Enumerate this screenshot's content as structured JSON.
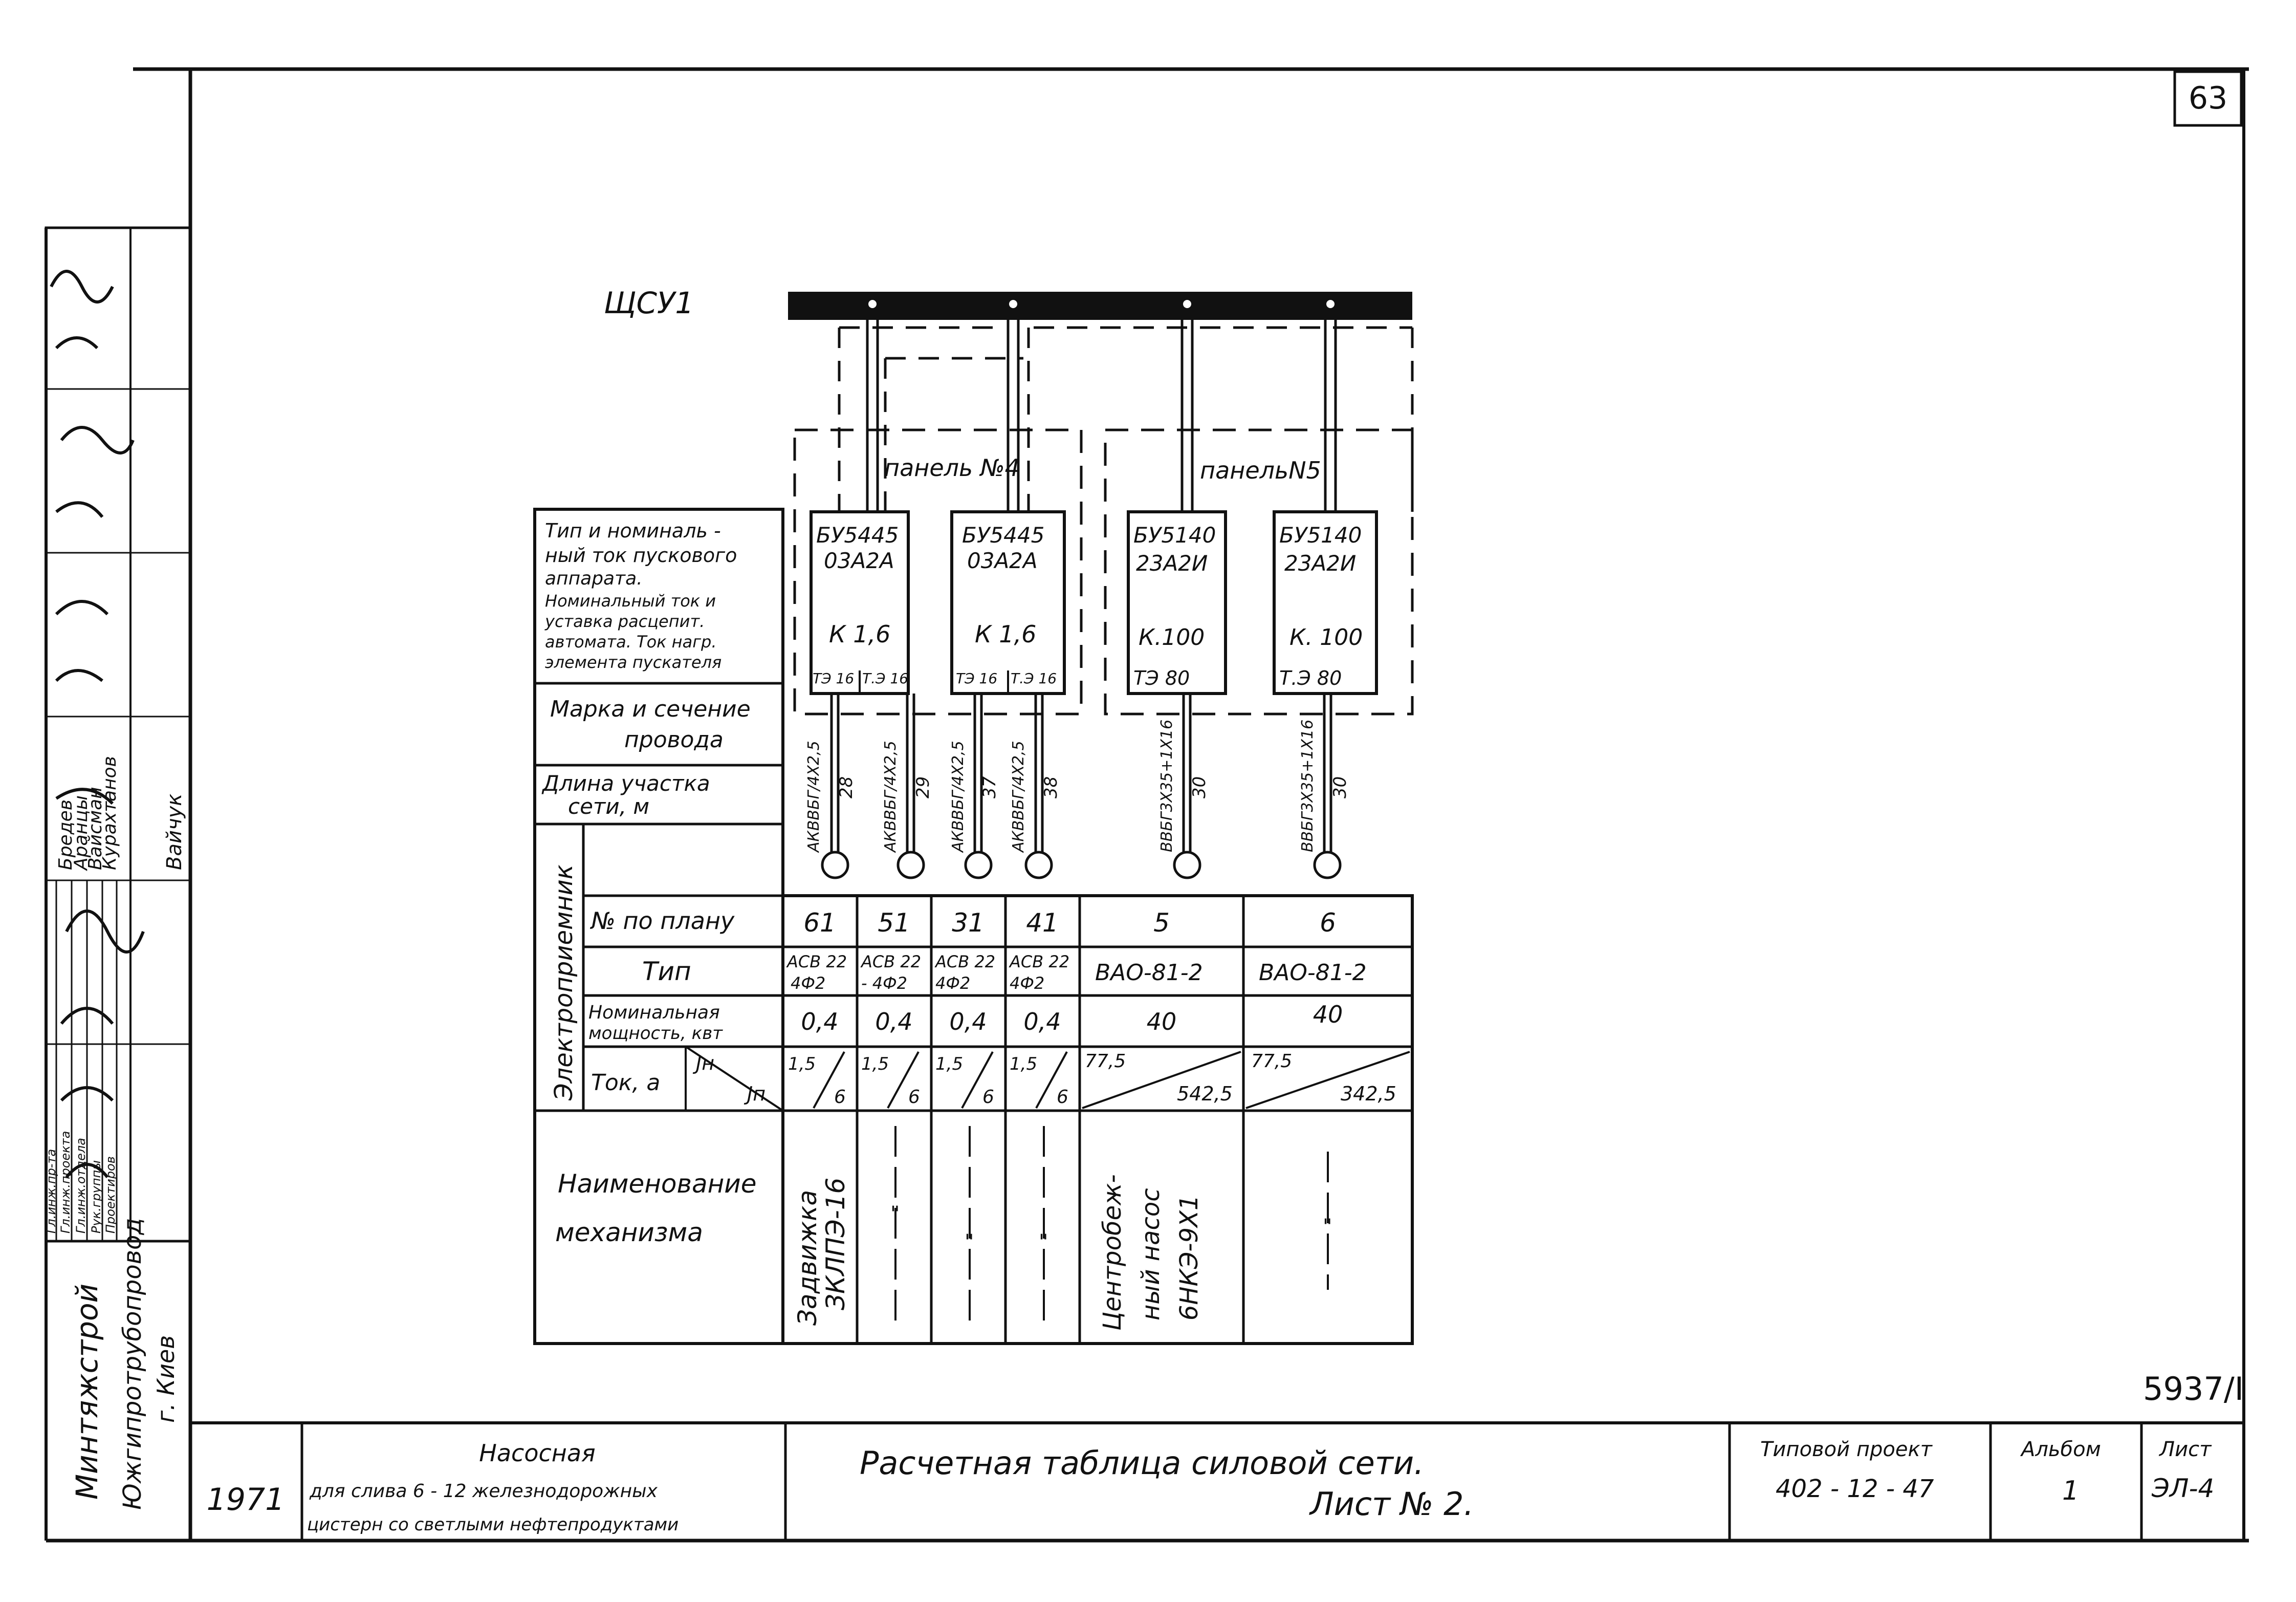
{
  "page_number": "63",
  "archive_code": "5937/I",
  "bus_label": "ЩСУ1",
  "panels": [
    {
      "label": "панель №4"
    },
    {
      "label": "панельN5"
    }
  ],
  "row_headers": {
    "apparatus": [
      "Тип и номиналь -",
      "ный ток пускового",
      "аппарата.",
      "Номинальный ток и",
      "уставка расцепит.",
      "автомата. Ток нагр.",
      "элемента пускателя"
    ],
    "wire": [
      "Марка и сечение",
      "провода"
    ],
    "length": [
      "Длина участка",
      "сети, м"
    ],
    "receiver_group": "Электроприемник",
    "plan_no": "№ по плану",
    "type": "Тип",
    "power": [
      "Номинальная",
      "мощность, квт"
    ],
    "current": "Ток, а",
    "current_nom": "Jн",
    "current_start": "Jп",
    "mechanism": [
      "Наименование",
      "механизма"
    ]
  },
  "columns": [
    {
      "starter_type": "БУ5445",
      "starter_code": "03А2А",
      "breaker": "К 1,6",
      "thermal": "ТЭ 16",
      "wire": "АКВВБГ/4Х2,5",
      "length": "28",
      "plan_no": "61",
      "motor_type": [
        "АСВ 22",
        "4Ф2"
      ],
      "power": "0,4",
      "i_nom": "1,5",
      "i_start": "6",
      "mechanism": [
        "Задвижка",
        "ЗКЛПЭ-16"
      ]
    },
    {
      "starter_type": "",
      "starter_code": "",
      "breaker": "",
      "thermal": "Т.Э 16",
      "wire": "АКВВБГ/4Х2,5",
      "length": "29",
      "plan_no": "51",
      "motor_type": [
        "АСВ 22",
        "- 4Ф2"
      ],
      "power": "0,4",
      "i_nom": "1,5",
      "i_start": "6",
      "mechanism": [
        "\""
      ]
    },
    {
      "starter_type": "БУ5445",
      "starter_code": "03А2А",
      "breaker": "К 1,6",
      "thermal": "ТЭ 16",
      "wire": "АКВВБГ/4Х2,5",
      "length": "37",
      "plan_no": "31",
      "motor_type": [
        "АСВ 22",
        "4Ф2"
      ],
      "power": "0,4",
      "i_nom": "1,5",
      "i_start": "6",
      "mechanism": [
        "\""
      ]
    },
    {
      "starter_type": "",
      "starter_code": "",
      "breaker": "",
      "thermal": "Т.Э 16",
      "wire": "АКВВБГ/4Х2,5",
      "length": "38",
      "plan_no": "41",
      "motor_type": [
        "АСВ 22",
        "4Ф2"
      ],
      "power": "0,4",
      "i_nom": "1,5",
      "i_start": "6",
      "mechanism": [
        "\""
      ]
    },
    {
      "starter_type": "БУ5140",
      "starter_code": "23А2И",
      "breaker": "К.100",
      "thermal": "ТЭ 80",
      "wire": "ВВБГ3Х35+1Х16",
      "length": "30",
      "plan_no": "5",
      "motor_type": [
        "ВАО-81-2"
      ],
      "power": "40",
      "i_nom": "77,5",
      "i_start": "542,5",
      "mechanism": [
        "Центробеж-",
        "ный насос",
        "6НКЭ-9Х1"
      ]
    },
    {
      "starter_type": "БУ5140",
      "starter_code": "23А2И",
      "breaker": "К. 100",
      "thermal": "Т.Э 80",
      "wire": "ВВБГ3Х35+1Х16",
      "length": "30",
      "plan_no": "6",
      "motor_type": [
        "ВАО-81-2"
      ],
      "power": "40",
      "i_nom": "77,5",
      "i_start": "342,5",
      "mechanism": [
        "\""
      ]
    }
  ],
  "stamp": {
    "org": [
      "Минтяжстрой",
      "Южгипротрубопровод",
      "г. Киев"
    ],
    "year": "1971",
    "object": [
      "Насосная",
      "для слива 6 - 12 железнодорожных",
      "цистерн со светлыми нефтепродуктами"
    ],
    "title": [
      "Расчетная таблица силовой сети.",
      "Лист № 2."
    ],
    "project_label": "Типовой проект",
    "project_no": "402 - 12 - 47",
    "album_label": "Альбом",
    "album_no": "1",
    "sheet_label": "Лист",
    "sheet_no": "ЭЛ-4"
  },
  "signatures": {
    "roles": [
      "Гл.инж.пр-та",
      "Гл.инж.проекта",
      "Гл.инж.отдела",
      "Рук.группы",
      "Проектиров"
    ],
    "names": [
      "Бредев",
      "Аранцы",
      "Вайсман",
      "Курахтанов",
      "Вайчук"
    ]
  }
}
